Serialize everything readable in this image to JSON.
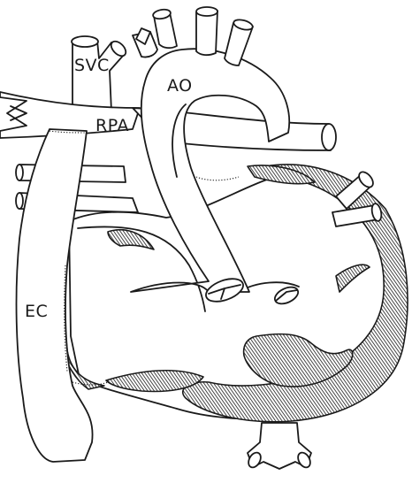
{
  "labels": {
    "svc": "SVC",
    "ao": "AO",
    "rpa": "RPA",
    "ec": "EC"
  },
  "colors": {
    "line": "#1a1a1a",
    "background": "#ffffff"
  }
}
